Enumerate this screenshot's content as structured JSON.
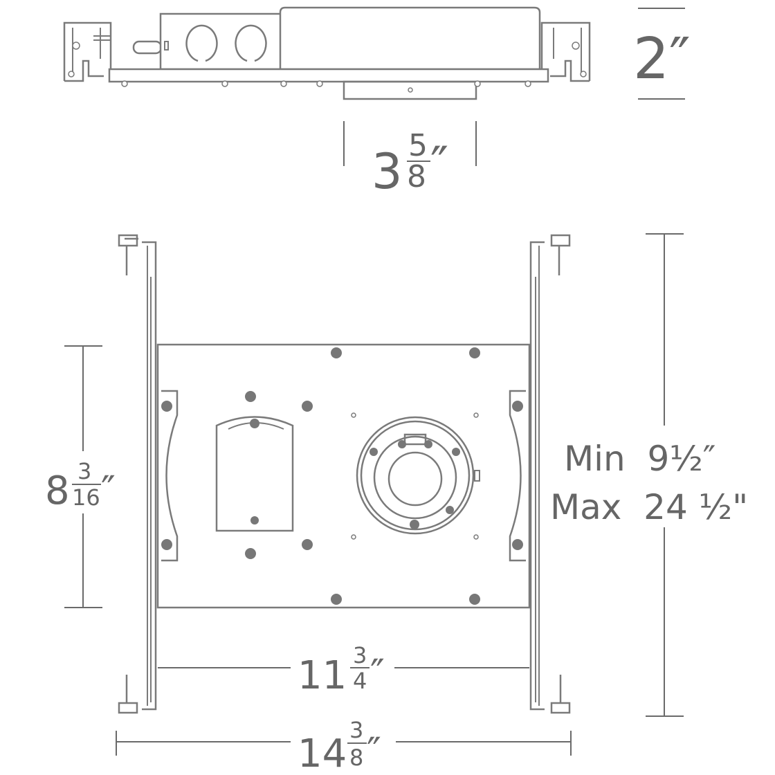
{
  "colors": {
    "line": "#7a7a7a",
    "text": "#666666",
    "background": "#ffffff"
  },
  "dimensions": {
    "height": {
      "whole": "2",
      "unit": "″"
    },
    "bottom_plate_width": {
      "whole": "3",
      "numerator": "5",
      "denominator": "8",
      "unit": "″"
    },
    "plate_depth": {
      "whole": "8",
      "numerator": "3",
      "denominator": "16",
      "unit": "″"
    },
    "hanger_range_min": "Min  9½″",
    "hanger_range_max": "Max  24 ½\"",
    "plate_width": {
      "whole": "11",
      "numerator": "3",
      "denominator": "4",
      "unit": "″"
    },
    "overall_width": {
      "whole": "14",
      "numerator": "3",
      "denominator": "8",
      "unit": "″"
    }
  }
}
